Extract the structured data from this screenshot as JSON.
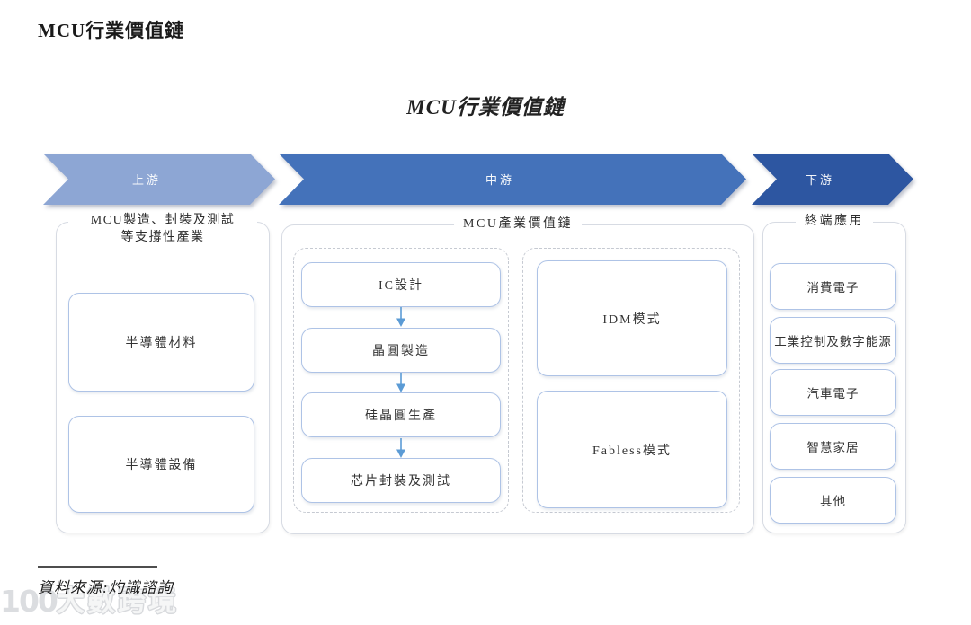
{
  "page": {
    "title": "MCU行業價值鏈"
  },
  "figure": {
    "title": "MCU行業價值鏈",
    "stages": [
      {
        "label": "上游",
        "color": "#8da6d4"
      },
      {
        "label": "中游",
        "color": "#4472ba"
      },
      {
        "label": "下游",
        "color": "#2d56a1"
      }
    ],
    "upstream_panel": {
      "title_line1": "MCU製造、封裝及測試",
      "title_line2": "等支撐性產業",
      "boxes": [
        "半導體材料",
        "半導體設備"
      ]
    },
    "midstream_panel": {
      "title": "MCU產業價值鏈",
      "flow_steps": [
        "IC設計",
        "晶圓製造",
        "硅晶圓生產",
        "芯片封裝及測試"
      ],
      "modes": [
        "IDM模式",
        "Fabless模式"
      ]
    },
    "downstream_panel": {
      "title": "終端應用",
      "boxes": [
        "消費電子",
        "工業控制及數字能源",
        "汽車電子",
        "智慧家居",
        "其他"
      ]
    },
    "flow_arrow_color": "#5b9bd5"
  },
  "footer": {
    "source": "資料來源:灼識諮詢"
  },
  "watermark": {
    "logo": "100",
    "text": "大數跨境"
  }
}
